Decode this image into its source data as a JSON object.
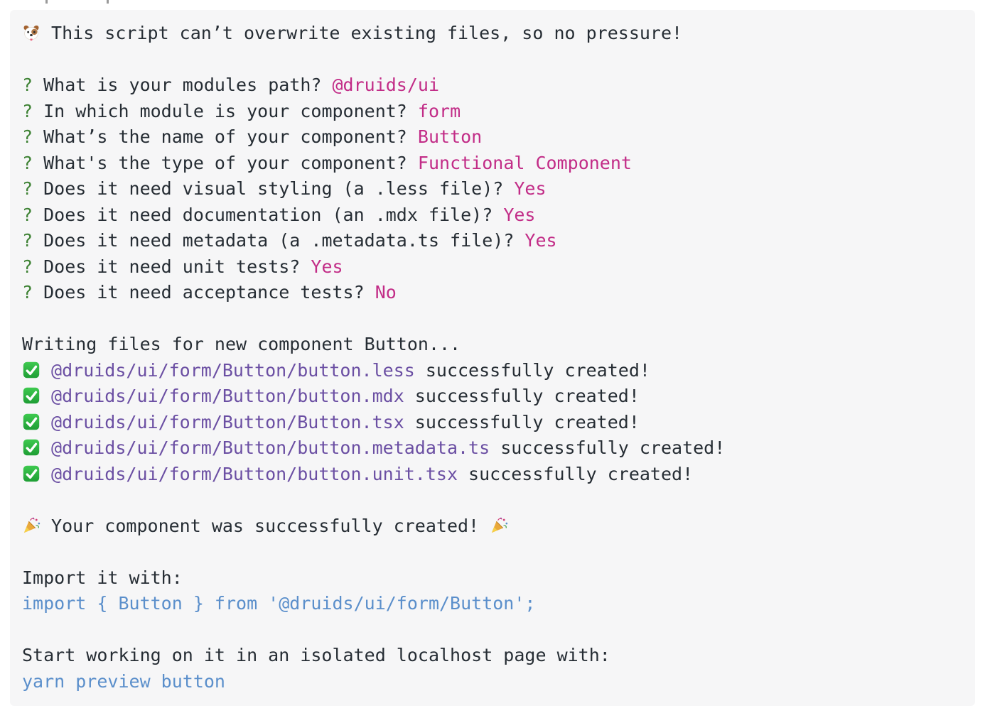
{
  "page": {
    "background": "#ffffff"
  },
  "terminal": {
    "background": "#f6f6f7",
    "colors": {
      "default": "#262d34",
      "prompt": "#3e8234",
      "answer": "#c22c87",
      "path": "#6b4fa3",
      "code": "#5b8fcb"
    },
    "lines": [
      {
        "segments": [
          {
            "icon": "dog-icon"
          },
          {
            "style": "default",
            "name": "message-text",
            "text": " This script can’t overwrite existing files, so no pressure!"
          }
        ]
      },
      {
        "segments": []
      },
      {
        "segments": [
          {
            "style": "prompt",
            "name": "prompt-mark",
            "text": "?"
          },
          {
            "style": "default",
            "name": "question-text",
            "text": " What is your modules path? "
          },
          {
            "style": "answer",
            "name": "answer-text",
            "text": "@druids/ui"
          }
        ]
      },
      {
        "segments": [
          {
            "style": "prompt",
            "name": "prompt-mark",
            "text": "?"
          },
          {
            "style": "default",
            "name": "question-text",
            "text": " In which module is your component? "
          },
          {
            "style": "answer",
            "name": "answer-text",
            "text": "form"
          }
        ]
      },
      {
        "segments": [
          {
            "style": "prompt",
            "name": "prompt-mark",
            "text": "?"
          },
          {
            "style": "default",
            "name": "question-text",
            "text": " What’s the name of your component? "
          },
          {
            "style": "answer",
            "name": "answer-text",
            "text": "Button"
          }
        ]
      },
      {
        "segments": [
          {
            "style": "prompt",
            "name": "prompt-mark",
            "text": "?"
          },
          {
            "style": "default",
            "name": "question-text",
            "text": " What's the type of your component? "
          },
          {
            "style": "answer",
            "name": "answer-text",
            "text": "Functional Component"
          }
        ]
      },
      {
        "segments": [
          {
            "style": "prompt",
            "name": "prompt-mark",
            "text": "?"
          },
          {
            "style": "default",
            "name": "question-text",
            "text": " Does it need visual styling (a .less file)? "
          },
          {
            "style": "answer",
            "name": "answer-text",
            "text": "Yes"
          }
        ]
      },
      {
        "segments": [
          {
            "style": "prompt",
            "name": "prompt-mark",
            "text": "?"
          },
          {
            "style": "default",
            "name": "question-text",
            "text": " Does it need documentation (an .mdx file)? "
          },
          {
            "style": "answer",
            "name": "answer-text",
            "text": "Yes"
          }
        ]
      },
      {
        "segments": [
          {
            "style": "prompt",
            "name": "prompt-mark",
            "text": "?"
          },
          {
            "style": "default",
            "name": "question-text",
            "text": " Does it need metadata (a .metadata.ts file)? "
          },
          {
            "style": "answer",
            "name": "answer-text",
            "text": "Yes"
          }
        ]
      },
      {
        "segments": [
          {
            "style": "prompt",
            "name": "prompt-mark",
            "text": "?"
          },
          {
            "style": "default",
            "name": "question-text",
            "text": " Does it need unit tests? "
          },
          {
            "style": "answer",
            "name": "answer-text",
            "text": "Yes"
          }
        ]
      },
      {
        "segments": [
          {
            "style": "prompt",
            "name": "prompt-mark",
            "text": "?"
          },
          {
            "style": "default",
            "name": "question-text",
            "text": " Does it need acceptance tests? "
          },
          {
            "style": "answer",
            "name": "answer-text",
            "text": "No"
          }
        ]
      },
      {
        "segments": []
      },
      {
        "segments": [
          {
            "style": "default",
            "name": "status-text",
            "text": "Writing files for new component Button..."
          }
        ]
      },
      {
        "segments": [
          {
            "icon": "check-icon"
          },
          {
            "style": "path",
            "name": "file-path",
            "text": " @druids/ui/form/Button/button.less"
          },
          {
            "style": "default",
            "name": "status-text",
            "text": " successfully created!"
          }
        ]
      },
      {
        "segments": [
          {
            "icon": "check-icon"
          },
          {
            "style": "path",
            "name": "file-path",
            "text": " @druids/ui/form/Button/button.mdx"
          },
          {
            "style": "default",
            "name": "status-text",
            "text": " successfully created!"
          }
        ]
      },
      {
        "segments": [
          {
            "icon": "check-icon"
          },
          {
            "style": "path",
            "name": "file-path",
            "text": " @druids/ui/form/Button/Button.tsx"
          },
          {
            "style": "default",
            "name": "status-text",
            "text": " successfully created!"
          }
        ]
      },
      {
        "segments": [
          {
            "icon": "check-icon"
          },
          {
            "style": "path",
            "name": "file-path",
            "text": " @druids/ui/form/Button/button.metadata.ts"
          },
          {
            "style": "default",
            "name": "status-text",
            "text": " successfully created!"
          }
        ]
      },
      {
        "segments": [
          {
            "icon": "check-icon"
          },
          {
            "style": "path",
            "name": "file-path",
            "text": " @druids/ui/form/Button/button.unit.tsx"
          },
          {
            "style": "default",
            "name": "status-text",
            "text": " successfully created!"
          }
        ]
      },
      {
        "segments": []
      },
      {
        "segments": [
          {
            "icon": "party-icon"
          },
          {
            "style": "default",
            "name": "message-text",
            "text": " Your component was successfully created! "
          },
          {
            "icon": "party-icon"
          }
        ]
      },
      {
        "segments": []
      },
      {
        "segments": [
          {
            "style": "default",
            "name": "message-text",
            "text": "Import it with:"
          }
        ]
      },
      {
        "segments": [
          {
            "style": "code",
            "name": "code-text",
            "text": "import { Button } from '@druids/ui/form/Button';"
          }
        ]
      },
      {
        "segments": []
      },
      {
        "segments": [
          {
            "style": "default",
            "name": "message-text",
            "text": "Start working on it in an isolated localhost page with:"
          }
        ]
      },
      {
        "segments": [
          {
            "style": "code",
            "name": "code-text",
            "text": "yarn preview button"
          }
        ]
      }
    ]
  }
}
